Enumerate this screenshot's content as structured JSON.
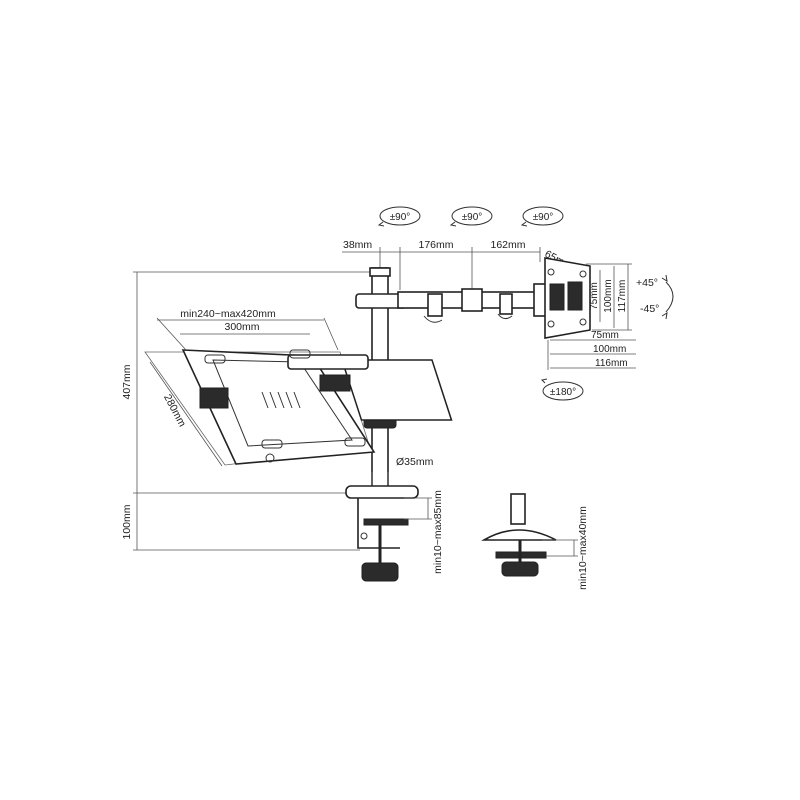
{
  "rotations": {
    "joint1": "±90°",
    "joint2": "±90°",
    "joint3": "±90°",
    "rotation": "±180°",
    "tilt_up": "+45°",
    "tilt_down": "-45°"
  },
  "arm_dimensions": {
    "seg1": "38mm",
    "seg2": "176mm",
    "seg3": "162mm",
    "plate_offset": "65mm"
  },
  "vesa": {
    "h75": "75mm",
    "h100": "100mm",
    "h117": "117mm",
    "w75": "75mm",
    "w100": "100mm",
    "w116": "116mm"
  },
  "tray": {
    "width_range": "min240~max420mm",
    "width": "300mm",
    "depth": "280mm"
  },
  "pole": {
    "height": "407mm",
    "diameter": "Ø35mm"
  },
  "clamp": {
    "height": "100mm",
    "clamp_range": "min10~max85mm",
    "grommet_range": "min10~max40mm"
  }
}
